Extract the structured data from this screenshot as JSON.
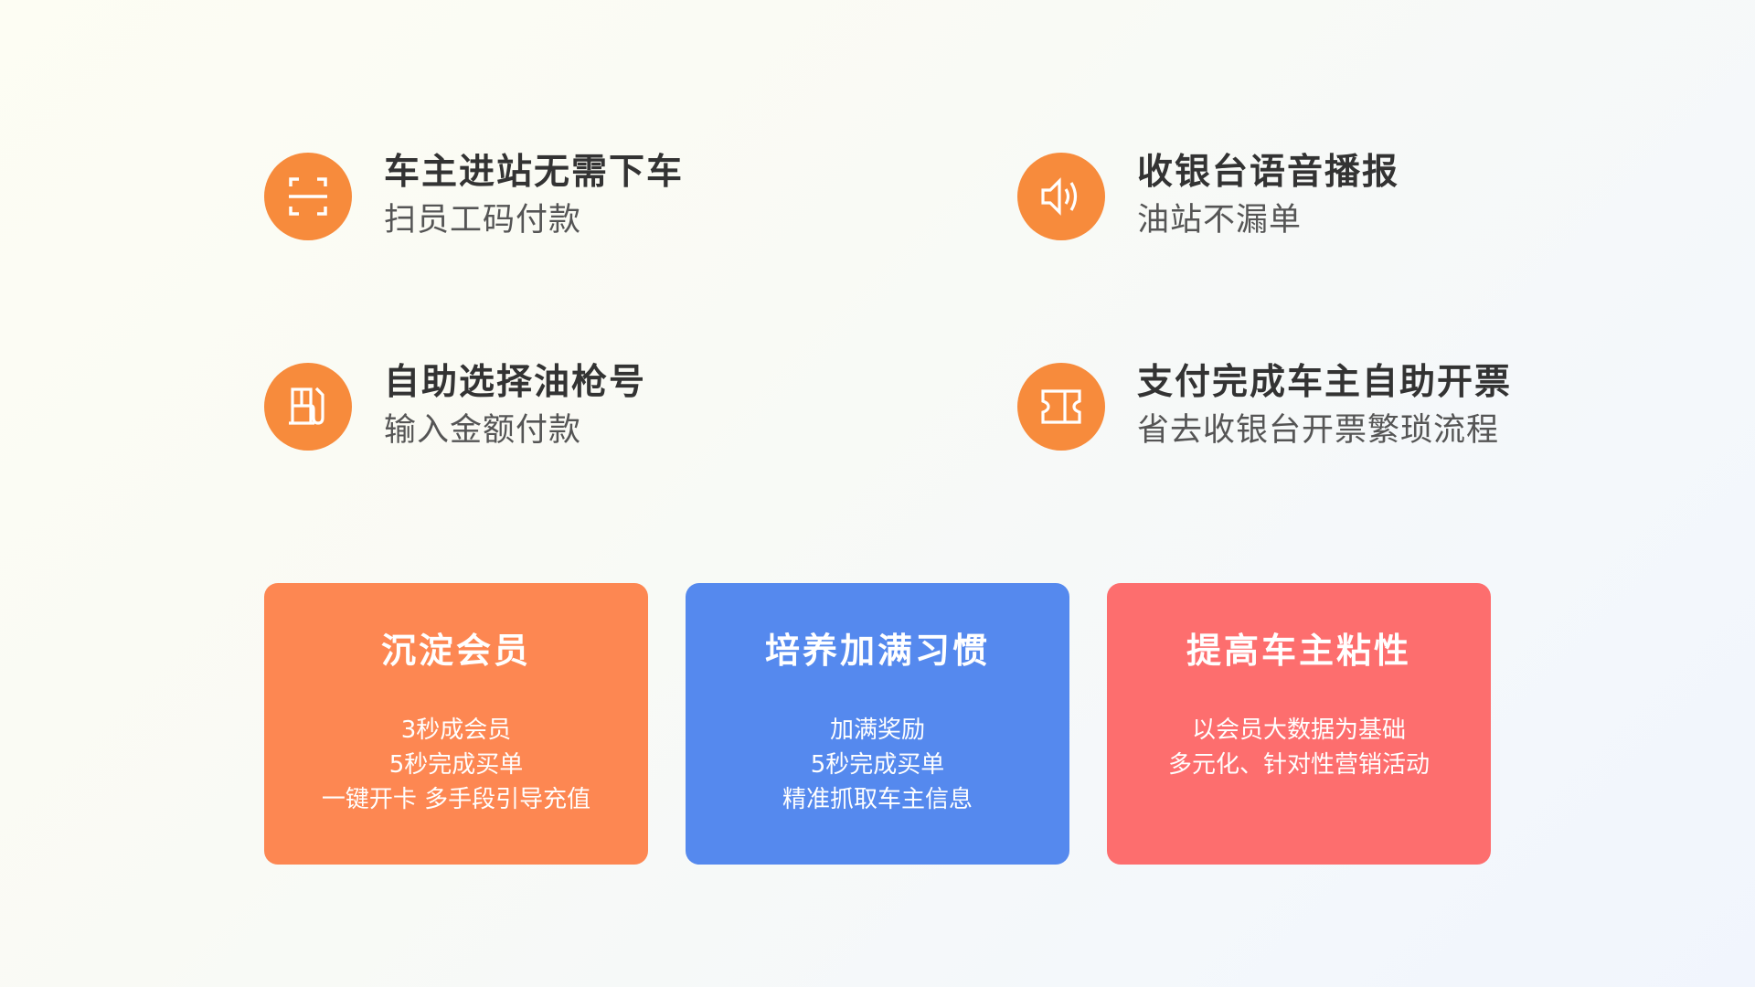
{
  "features": [
    {
      "title": "车主进站无需下车",
      "subtitle": "扫员工码付款",
      "icon": "scan-icon"
    },
    {
      "title": "收银台语音播报",
      "subtitle": "油站不漏单",
      "icon": "speaker-icon"
    },
    {
      "title": "自助选择油枪号",
      "subtitle": "输入金额付款",
      "icon": "fuel-pump-icon"
    },
    {
      "title": "支付完成车主自助开票",
      "subtitle": "省去收银台开票繁琐流程",
      "icon": "ticket-icon"
    }
  ],
  "cards": [
    {
      "title": "沉淀会员",
      "lines": [
        "3秒成会员",
        "5秒完成买单",
        "一键开卡 多手段引导充值"
      ],
      "color": "#fd8752"
    },
    {
      "title": "培养加满习惯",
      "lines": [
        "加满奖励",
        "5秒完成买单",
        "精准抓取车主信息"
      ],
      "color": "#5589ee"
    },
    {
      "title": "提高车主粘性",
      "lines": [
        "以会员大数据为基础",
        "多元化、针对性营销活动"
      ],
      "color": "#fd6e6e"
    }
  ],
  "colors": {
    "icon_bg": "#f78b3c",
    "title_text": "#333333",
    "subtitle_text": "#555555"
  }
}
